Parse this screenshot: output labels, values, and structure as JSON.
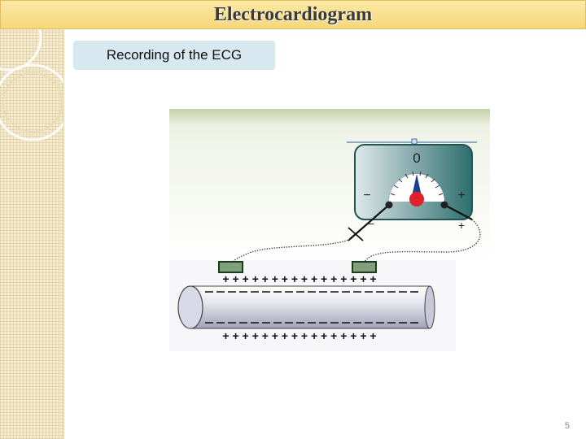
{
  "slide": {
    "title": "Electrocardiogram",
    "subtitle": "Recording of the ECG",
    "page_number": "5"
  },
  "diagram": {
    "meter_zero": "0",
    "meter_minus": "−",
    "meter_plus": "+",
    "lead_minus": "−",
    "lead_plus": "+",
    "top_charges": "+ + + + + + + + + + + + + + + +",
    "bottom_charges": "+ + + + + + + + + + + + + + + +"
  }
}
